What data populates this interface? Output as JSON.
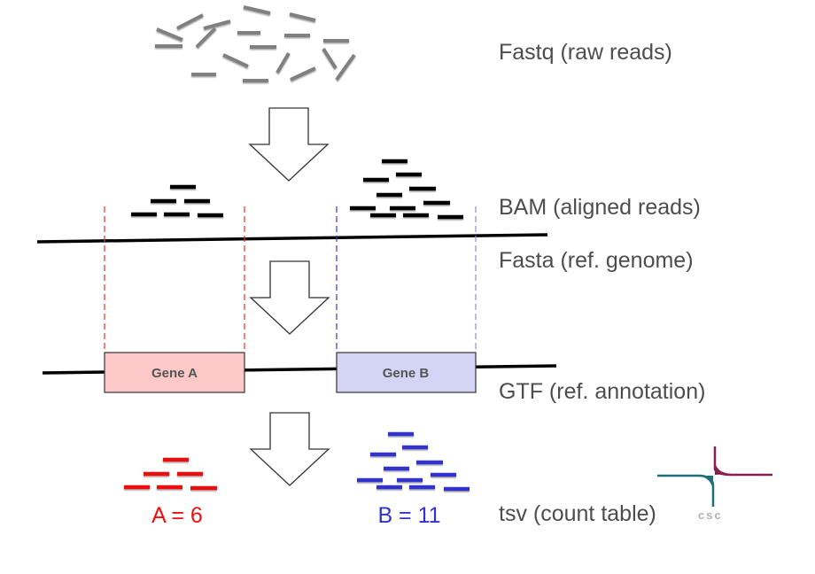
{
  "stages": [
    {
      "id": "fastq",
      "label": "Fastq (raw reads)"
    },
    {
      "id": "bam",
      "label": "BAM (aligned reads)"
    },
    {
      "id": "fasta",
      "label": "Fasta (ref. genome)"
    },
    {
      "id": "gtf",
      "label": "GTF (ref. annotation)"
    },
    {
      "id": "tsv",
      "label": "tsv (count table)"
    }
  ],
  "genes": [
    {
      "id": "gene-a",
      "label": "Gene A",
      "color": "#fcc8c8",
      "line_color": "#e53030"
    },
    {
      "id": "gene-b",
      "label": "Gene B",
      "color": "#d4d4f4",
      "line_color": "#3a3ad0"
    }
  ],
  "counts": [
    {
      "gene": "A",
      "label": "A = 6",
      "value": 6,
      "color": "#ee1111"
    },
    {
      "gene": "B",
      "label": "B = 11",
      "value": 11,
      "color": "#3333cc"
    }
  ],
  "logo": {
    "text": "csc",
    "colors": {
      "teal": "#1f6f7a",
      "maroon": "#86204e"
    }
  },
  "colors": {
    "raw_read": "#808080",
    "aligned_read": "#000000",
    "text": "#4d4d4d"
  }
}
